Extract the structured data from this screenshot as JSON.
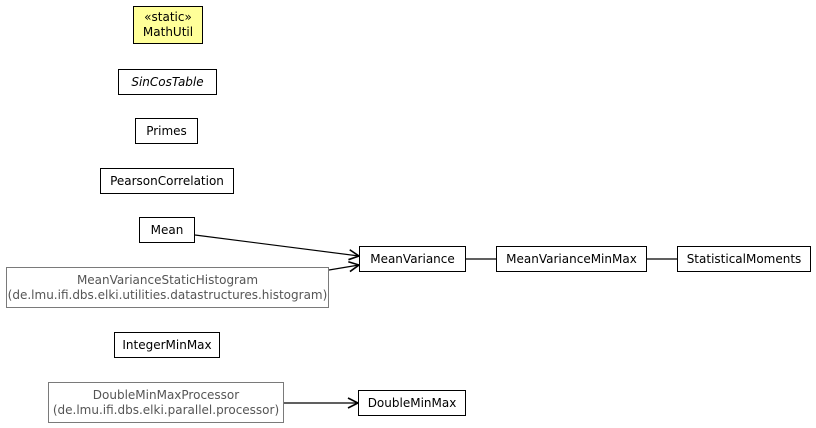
{
  "diagram": {
    "classes": {
      "mathutil": {
        "stereotype": "«static»",
        "name": "MathUtil"
      },
      "sincostable": {
        "name": "SinCosTable"
      },
      "primes": {
        "name": "Primes"
      },
      "pearson": {
        "name": "PearsonCorrelation"
      },
      "mean": {
        "name": "Mean"
      },
      "meanvariance": {
        "name": "MeanVariance"
      },
      "meanvarianceminmax": {
        "name": "MeanVarianceMinMax"
      },
      "statisticalmoments": {
        "name": "StatisticalMoments"
      },
      "histogram": {
        "name": "MeanVarianceStaticHistogram",
        "package": "(de.lmu.ifi.dbs.elki.utilities.datastructures.histogram)"
      },
      "integerminmax": {
        "name": "IntegerMinMax"
      },
      "processor": {
        "name": "DoubleMinMaxProcessor",
        "package": "(de.lmu.ifi.dbs.elki.parallel.processor)"
      },
      "doubleminmax": {
        "name": "DoubleMinMax"
      }
    },
    "colors": {
      "highlight": "#ffff99",
      "border": "#000000",
      "external_border": "#7a7a7a",
      "external_text": "#555555"
    }
  }
}
